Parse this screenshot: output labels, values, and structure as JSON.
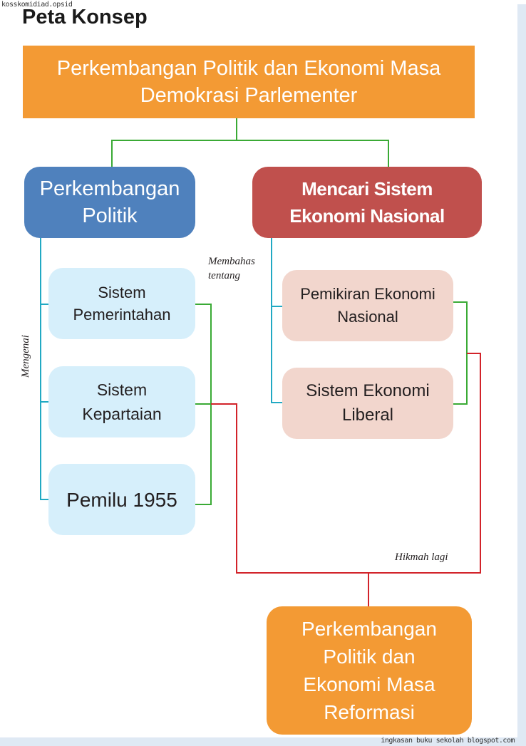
{
  "watermark_top": "kosskomidiad.opsid",
  "watermark_bottom": "ingkasan buku sekolah blogspot.com",
  "page_title": "Peta Konsep",
  "nodes": {
    "main": "Perkembangan Politik dan Ekonomi Masa\nDemokrasi Parlementer",
    "politik": "Perkembangan\nPolitik",
    "ekonomi": "Mencari Sistem\nEkonomi Nasional",
    "sistem_pemerintahan": "Sistem\nPemerintahan",
    "sistem_kepartaian": "Sistem\nKepartaian",
    "pemilu": "Pemilu 1955",
    "pemikiran_ekonomi": "Pemikiran Ekonomi\nNasional",
    "sistem_ekonomi_liberal": "Sistem Ekonomi\nLiberal",
    "reformasi": "Perkembangan\nPolitik dan\nEkonomi Masa\nReformasi"
  },
  "labels": {
    "mengenai": "Mengenai",
    "membahas": "Membahas\ntentang",
    "hikmah": "Hikmah lagi"
  },
  "colors": {
    "main_orange": "#f39a34",
    "politik_blue": "#4f81bd",
    "ekonomi_red": "#c0504d",
    "light_blue": "#d6effb",
    "light_pink": "#f2d6cd",
    "line_green": "#3aaa35",
    "line_cyan": "#21a9c3",
    "line_red": "#d2232a"
  }
}
